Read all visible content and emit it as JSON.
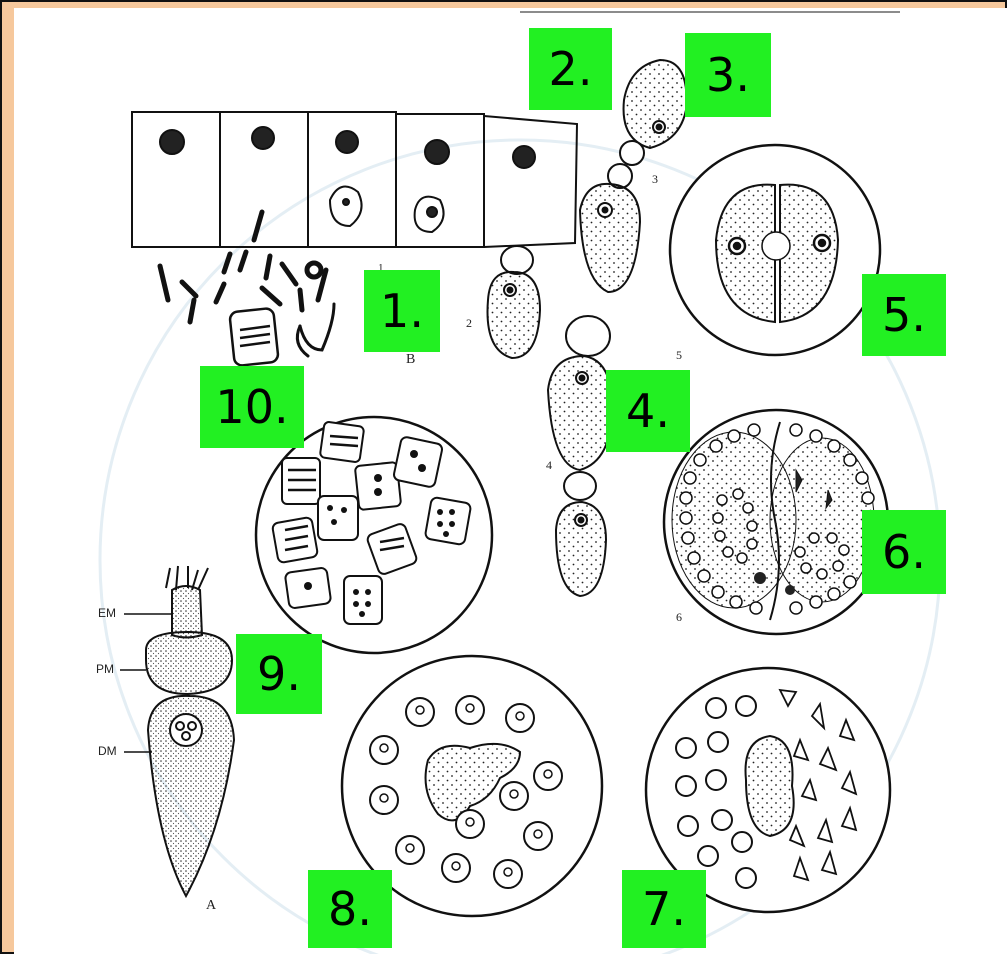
{
  "badges": [
    "1.",
    "2.",
    "3.",
    "4.",
    "5.",
    "6.",
    "7.",
    "8.",
    "9.",
    "10."
  ],
  "figure_letters": {
    "a": "A",
    "b": "B"
  },
  "body_labels": {
    "em": "EM",
    "pm": "PM",
    "dm": "DM"
  },
  "stage_numbers": [
    "1",
    "2",
    "3",
    "4",
    "5",
    "6"
  ],
  "colors": {
    "badge": "#22f022",
    "background": "#f6c89c",
    "paper": "#ffffff",
    "ink": "#111111"
  }
}
